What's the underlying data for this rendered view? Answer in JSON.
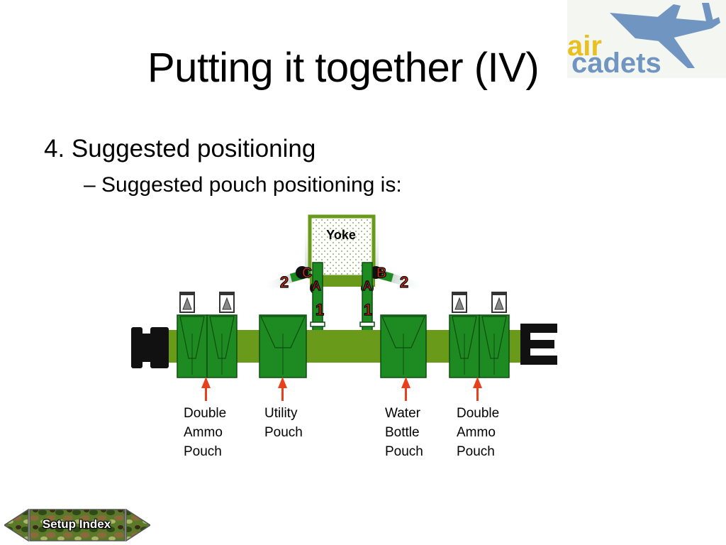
{
  "slide": {
    "title": "Putting it together (IV)",
    "bullet_main": "4. Suggested positioning",
    "bullet_sub": "– Suggested pouch positioning is:"
  },
  "logo": {
    "word_a": "air",
    "word_b": "cadets",
    "icon": "aircraft-icon"
  },
  "diagram": {
    "yoke_label": "Yoke",
    "strap_markers": {
      "left_top": "C",
      "right_top": "B",
      "left_mid": "A",
      "right_mid": "A",
      "left_num_upper": "2",
      "right_num_upper": "2",
      "left_num_lower": "1",
      "right_num_lower": "1"
    },
    "pouches": [
      {
        "line1": "Double",
        "line2": "Ammo",
        "line3": "Pouch"
      },
      {
        "line1": "Utility",
        "line2": "Pouch"
      },
      {
        "line1": "Water",
        "line2": "Bottle",
        "line3": "Pouch"
      },
      {
        "line1": "Double",
        "line2": "Ammo",
        "line3": "Pouch"
      }
    ],
    "colors": {
      "belt": "#6a9a1a",
      "pouch": "#1e8a22",
      "arrow": "#e8401c",
      "marker": "#d42a10"
    }
  },
  "nav": {
    "setup_index": "Setup Index"
  }
}
